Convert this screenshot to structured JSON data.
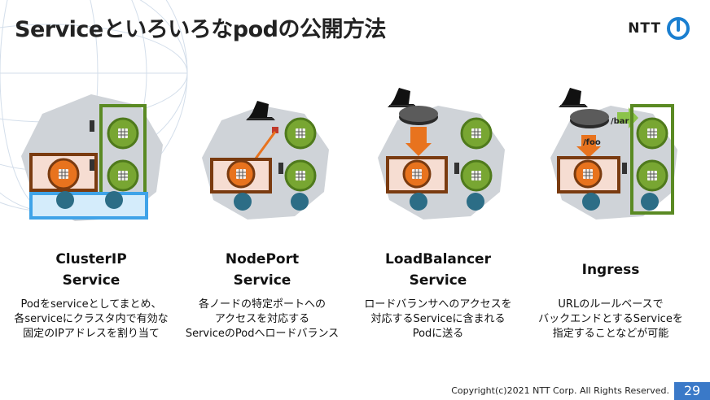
{
  "slide": {
    "title": "Serviceといろいろなpodの公開方法",
    "logo_text": "NTT",
    "footer": "Copyright(c)2021 NTT Corp. All Rights Reserved.",
    "page_number": "29"
  },
  "columns": [
    {
      "name_line1": "ClusterIP",
      "name_line2": "Service",
      "desc_line1": "Podをserviceとしてまとめ、",
      "desc_line2": "各serviceにクラスタ内で有効な",
      "desc_line3": "固定のIPアドレスを割り当て"
    },
    {
      "name_line1": "NodePort",
      "name_line2": "Service",
      "desc_line1": "各ノードの特定ポートへの",
      "desc_line2": "アクセスを対応する",
      "desc_line3": "ServiceのPodへロードバランス"
    },
    {
      "name_line1": "LoadBalancer",
      "name_line2": "Service",
      "desc_line1": "ロードバランサへのアクセスを",
      "desc_line2": "対応するServiceに含まれる",
      "desc_line3": "Podに送る"
    },
    {
      "name_line1": "Ingress",
      "name_line2": "",
      "desc_line1": "URLのルールベースで",
      "desc_line2": "バックエンドとするServiceを",
      "desc_line3": "指定することなどが可能",
      "label_bar": "/bar",
      "label_foo": "/foo"
    }
  ],
  "colors": {
    "orange_pod": "#e8731e",
    "green_pod": "#78a632",
    "green_border": "#5a8a23",
    "brown_border": "#7a3b10",
    "blue_service": "#3fa3e8",
    "teal_pod": "#2c6d86",
    "page_badge": "#3a79c8"
  }
}
